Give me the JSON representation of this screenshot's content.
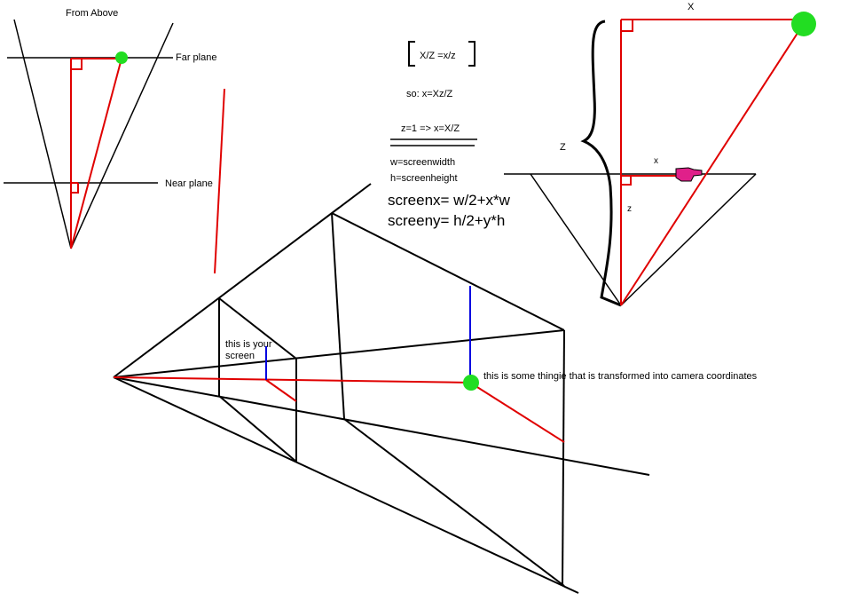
{
  "top_view": {
    "title": "From Above",
    "far_plane": "Far plane",
    "near_plane": "Near plane"
  },
  "formulas": {
    "ratio": "X/Z =x/z",
    "solve": "so: x=Xz/Z",
    "unit": "z=1 => x=X/Z",
    "width": "w=screenwidth",
    "height": "h=screenheight",
    "screen_x": "screenx= w/2+x*w",
    "screen_y": "screeny= h/2+y*h"
  },
  "side_view": {
    "big_x": "X",
    "big_z": "Z",
    "small_x": "x",
    "small_z": "z"
  },
  "perspective": {
    "screen_label_line1": "this is your",
    "screen_label_line2": "screen",
    "object_label": "this is some thingie that is transformed into camera coordinates"
  },
  "colors": {
    "line": "#000000",
    "ray": "#e00000",
    "height": "#0000e0",
    "point": "#22dd22",
    "hand": "#e0208a"
  },
  "icons": [
    "pointing-hand-icon"
  ]
}
